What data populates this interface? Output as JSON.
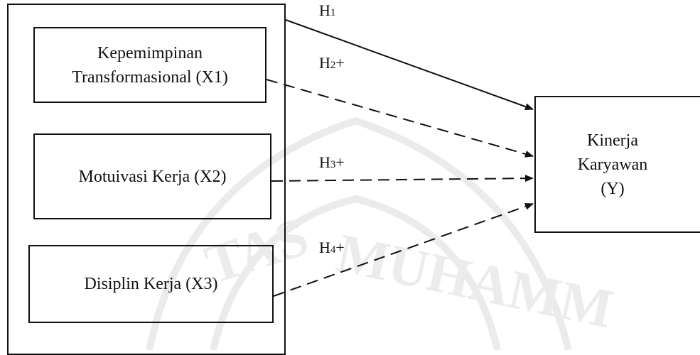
{
  "nodes": {
    "x1": {
      "line1": "Kepemimpinan",
      "line2": "Transformasional (X1)"
    },
    "x2": {
      "label": "Motuivasi Kerja (X2)"
    },
    "x3": {
      "label": "Disiplin Kerja (X3)"
    },
    "y": {
      "line1": "Kinerja",
      "line2": "Karyawan",
      "line3": "(Y)"
    }
  },
  "hypotheses": {
    "h1": {
      "letter": "H",
      "sub": "1",
      "sign": ""
    },
    "h2": {
      "letter": "H",
      "sub": "2",
      "sign": "+"
    },
    "h3": {
      "letter": "H",
      "sub": "3",
      "sign": "+"
    },
    "h4": {
      "letter": "H",
      "sub": "4",
      "sign": "+"
    }
  },
  "edges": [
    {
      "from": "outer-group",
      "to": "y",
      "hypothesis": "h1",
      "style": "solid"
    },
    {
      "from": "x1",
      "to": "y",
      "hypothesis": "h2",
      "style": "dashed"
    },
    {
      "from": "x2",
      "to": "y",
      "hypothesis": "h3",
      "style": "dashed"
    },
    {
      "from": "x3",
      "to": "y",
      "hypothesis": "h4",
      "style": "dashed"
    }
  ],
  "colors": {
    "line": "#111111",
    "watermark": "#e6e6e6"
  }
}
